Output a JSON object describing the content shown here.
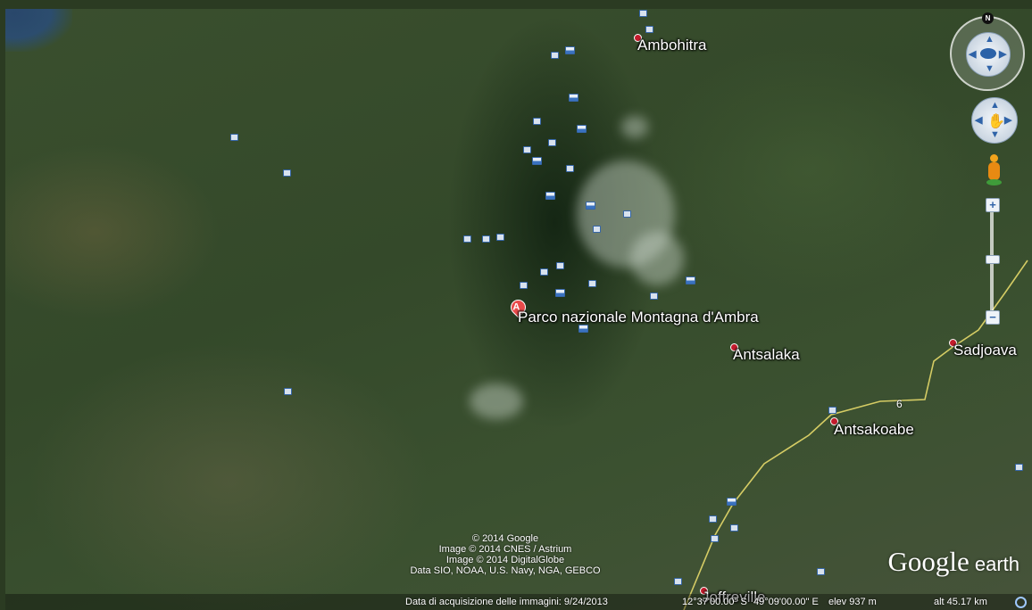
{
  "map": {
    "places": [
      {
        "key": "ambohitra",
        "name": "Ambohitra"
      },
      {
        "key": "park",
        "name": "Parco nazionale Montagna d'Ambra",
        "pin_label": "A"
      },
      {
        "key": "antsalaka",
        "name": "Antsalaka"
      },
      {
        "key": "sadjoava",
        "name": "Sadjoava"
      },
      {
        "key": "antsakoabe",
        "name": "Antsakoabe"
      },
      {
        "key": "joffreville",
        "name": "Joffreville"
      }
    ],
    "road_number": "6"
  },
  "credits": [
    "© 2014 Google",
    "Image © 2014 CNES / Astrium",
    "Image © 2014 DigitalGlobe",
    "Data SIO, NOAA, U.S. Navy, NGA, GEBCO"
  ],
  "brand": {
    "main": "Google",
    "suffix": " earth"
  },
  "status": {
    "acquisition": "Data di acquisizione delle immagini: 9/24/2013",
    "lat": "12°37'00.00\" S",
    "lon": "49°09'00.00\" E",
    "elev": "elev  937 m",
    "alt": "alt  45.17 km"
  },
  "controls": {
    "north": "N",
    "zoom_in": "+",
    "zoom_out": "−"
  },
  "colors": {
    "road": "#e6d96a",
    "place_dot": "#c41b2c",
    "pin": "#e94a4a",
    "marker": "#3566a8"
  }
}
